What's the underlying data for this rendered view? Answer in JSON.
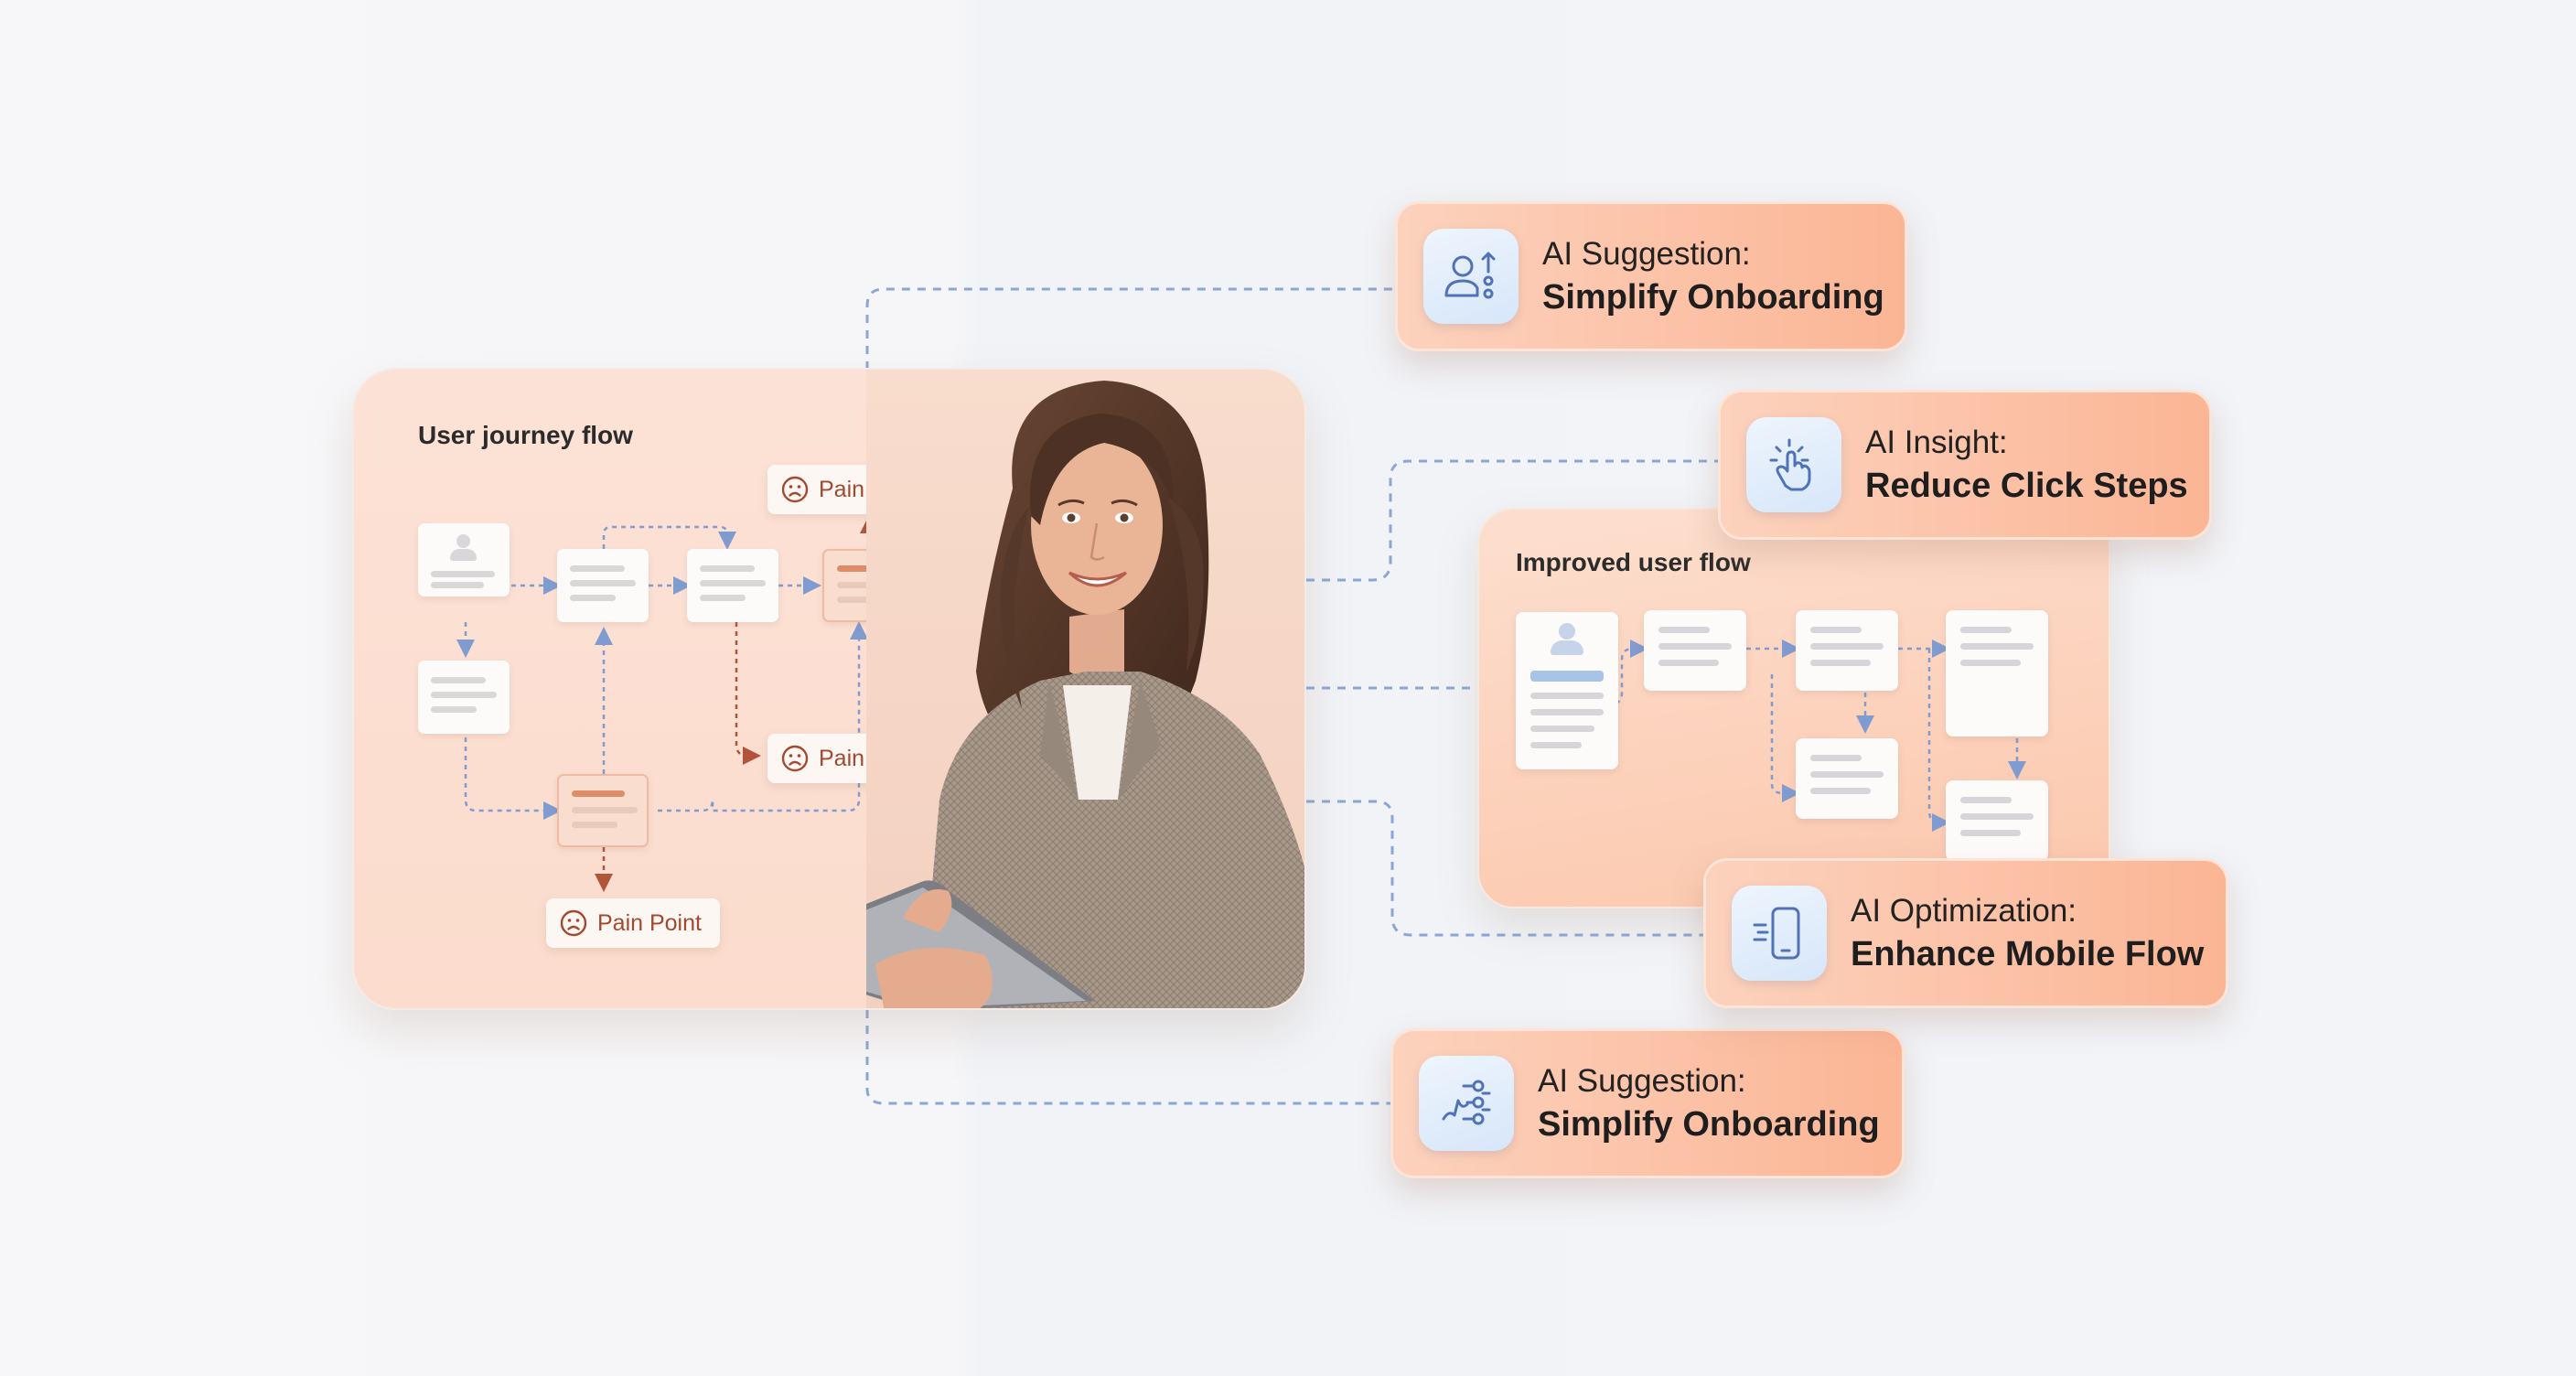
{
  "journey_card": {
    "title": "User journey flow",
    "pain_points": [
      "Pain Point",
      "Pain Point",
      "Pain Point"
    ]
  },
  "improved_card": {
    "title": "Improved user flow"
  },
  "ai_cards": [
    {
      "label": "AI Suggestion:",
      "title": "Simplify Onboarding",
      "icon": "user-settings-icon"
    },
    {
      "label": "AI Insight:",
      "title": "Reduce Click Steps",
      "icon": "tap-hand-icon"
    },
    {
      "label": "AI Optimization:",
      "title": "Enhance Mobile Flow",
      "icon": "mobile-phone-icon"
    },
    {
      "label": "AI Suggestion:",
      "title": "Simplify Onboarding",
      "icon": "flow-nodes-icon"
    }
  ],
  "colors": {
    "connector": "#8aa6d6",
    "pain_text": "#a4492f",
    "card_accent": "#fbb595",
    "icon_stroke": "#4f72b8"
  }
}
